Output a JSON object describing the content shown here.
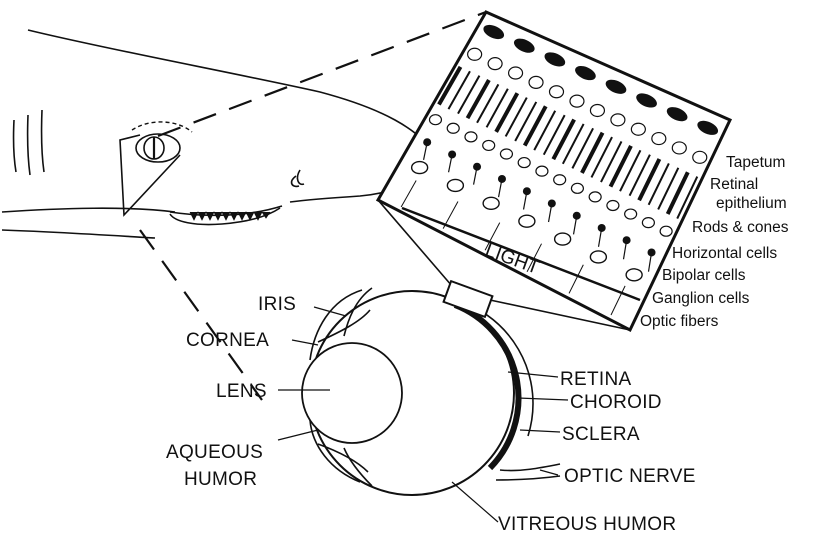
{
  "colors": {
    "ink": "#111111",
    "background": "#ffffff"
  },
  "retina_layers": {
    "tapetum": "Tapetum",
    "retinal": "Retinal",
    "epithelium": "epithelium",
    "rods_cones": "Rods & cones",
    "horizontal": "Horizontal cells",
    "bipolar": "Bipolar cells",
    "ganglion": "Ganglion cells",
    "optic_fibers": "Optic fibers"
  },
  "light": "LIGHT",
  "eye_parts": {
    "iris": "IRIS",
    "cornea": "CORNEA",
    "lens": "LENS",
    "aqueous_1": "AQUEOUS",
    "aqueous_2": "HUMOR",
    "retina": "RETINA",
    "choroid": "CHOROID",
    "sclera": "SCLERA",
    "optic_nerve": "OPTIC NERVE",
    "vitreous": "VITREOUS HUMOR"
  }
}
